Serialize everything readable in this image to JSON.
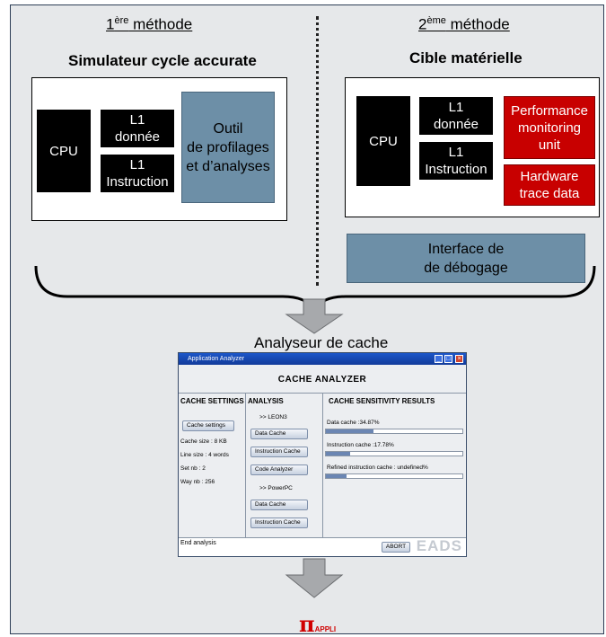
{
  "left": {
    "heading_num": "1",
    "heading_sup": "ère",
    "heading_rest": " méthode",
    "subtitle": "Simulateur cycle accurate",
    "cpu": "CPU",
    "l1_data": "L1\ndonnée",
    "l1_instr": "L1\nInstruction",
    "tool": "Outil\nde profilages\net d’analyses"
  },
  "right": {
    "heading_num": "2",
    "heading_sup": "ème",
    "heading_rest": " méthode",
    "subtitle": "Cible matérielle",
    "cpu": "CPU",
    "l1_data": "L1\ndonnée",
    "l1_instr": "L1\nInstruction",
    "pmu": "Performance\nmonitoring\nunit",
    "trace": "Hardware\ntrace data",
    "debug": "Interface de\nde débogage"
  },
  "analyser_caption": "Analyseur de cache",
  "app": {
    "window_title": "Application Analyzer",
    "title": "CACHE ANALYZER",
    "settings_header": "CACHE SETTINGS",
    "settings_button": "Cache settings",
    "settings": [
      {
        "label": "Cache size",
        "value": "8 KB"
      },
      {
        "label": "Line size",
        "value": "4 words"
      },
      {
        "label": "Set nb",
        "value": "2"
      },
      {
        "label": "Way nb",
        "value": "256"
      }
    ],
    "analysis_header": "ANALYSIS",
    "leon3": ">> LEON3",
    "data_cache": "Data Cache",
    "instruction_cache": "Instruction Cache",
    "code_analyzer": "Code Analyzer",
    "powerpc": ">> PowerPC",
    "data_cache_2": "Data Cache",
    "instruction_cache_2": "Instruction Cache",
    "results_header": "CACHE SENSITIVITY RESULTS",
    "results": [
      {
        "label": "Data cache :34.87%",
        "fraction": 0.3487
      },
      {
        "label": "Instruction cache :17.78%",
        "fraction": 0.1778
      },
      {
        "label": "Refined instruction cache : undefined%",
        "fraction": 0.15
      }
    ],
    "status": "End analysis",
    "abort": "ABORT",
    "logo": "EADS"
  },
  "pi": "π",
  "pi_sub": "APPLI"
}
